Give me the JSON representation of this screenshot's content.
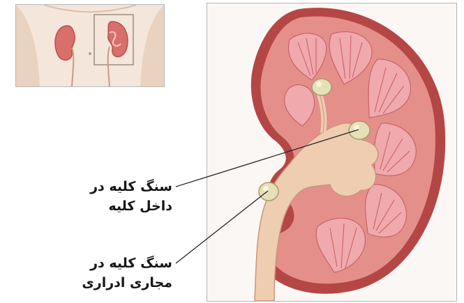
{
  "labels": {
    "stone_in_kidney": {
      "line1": "سنگ کلیه در",
      "line2": "داخل کلیه"
    },
    "stone_in_urinary_tract": {
      "line1": "سنگ کلیه در",
      "line2": "مجاری ادراری"
    }
  },
  "colors": {
    "kidney_tissue": "#e58f8a",
    "medulla_pyramid": "#f0a9ad",
    "capsule": "#b44746",
    "pelvis": "#efcdb1",
    "stone": "#e6e0b8",
    "skin": "#f3e3d6"
  }
}
